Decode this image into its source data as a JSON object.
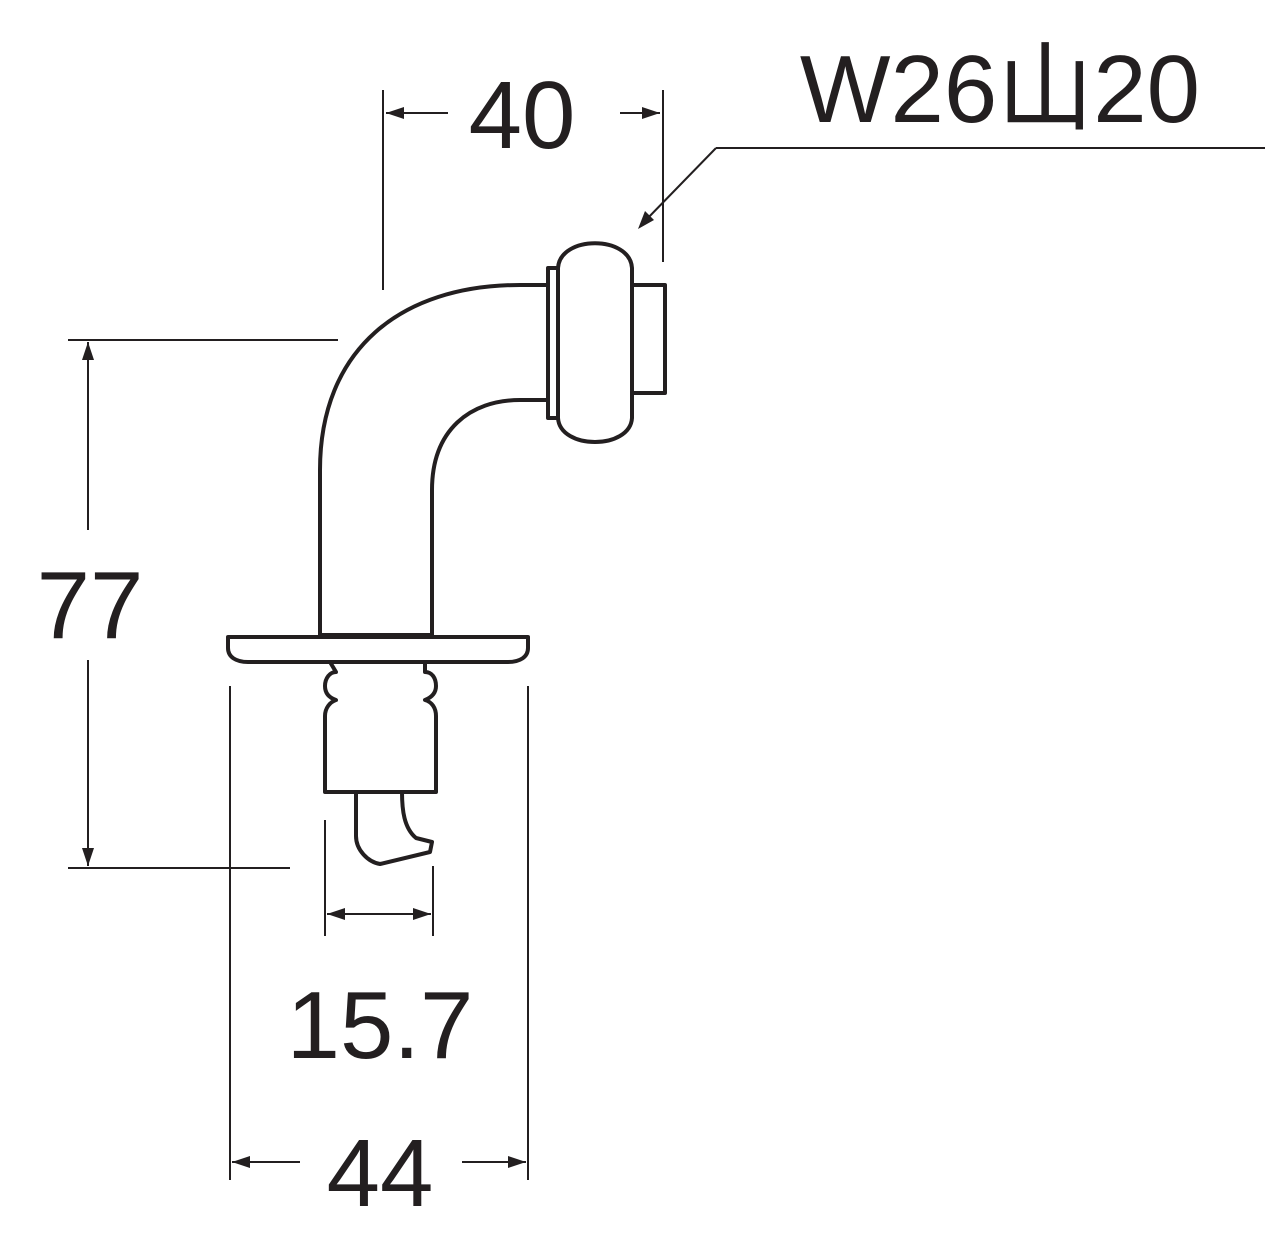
{
  "drawing": {
    "dimensions": {
      "width_top": "40",
      "thread_spec": "W26山20",
      "height": "77",
      "hose_diameter": "15.7",
      "flange_width": "44"
    },
    "colors": {
      "line": "#231f20",
      "background": "#ffffff"
    }
  }
}
